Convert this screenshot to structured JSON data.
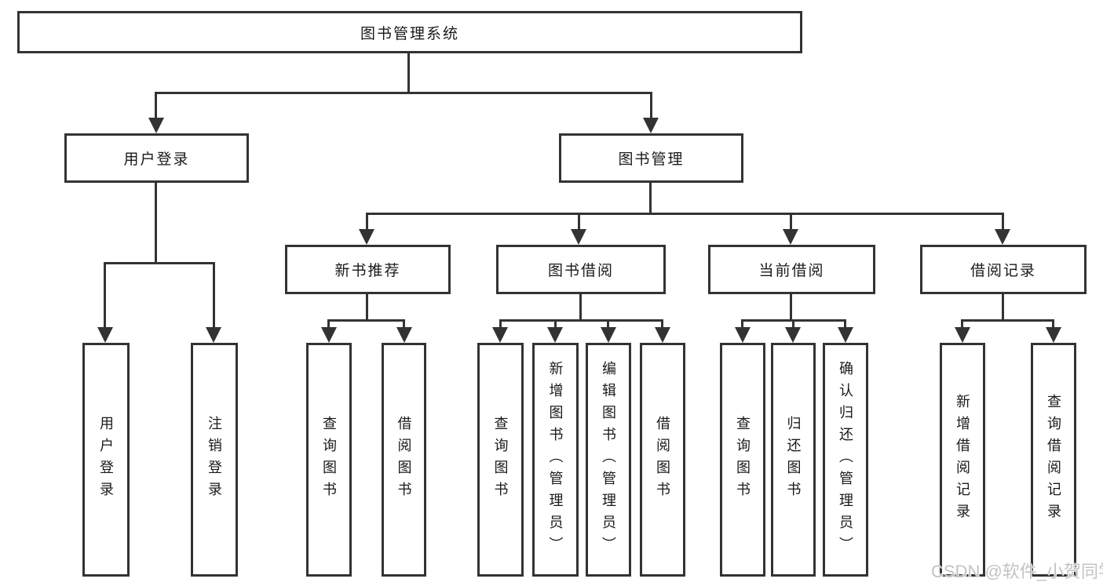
{
  "tree": {
    "root": {
      "label": "图书管理系统"
    },
    "children": [
      {
        "label": "用户登录",
        "children": [
          {
            "label": "用户登录"
          },
          {
            "label": "注销登录"
          }
        ]
      },
      {
        "label": "图书管理",
        "children": [
          {
            "label": "新书推荐",
            "children": [
              {
                "label": "查询图书"
              },
              {
                "label": "借阅图书"
              }
            ]
          },
          {
            "label": "图书借阅",
            "children": [
              {
                "label": "查询图书"
              },
              {
                "label": "新增图书（管理员）"
              },
              {
                "label": "编辑图书（管理员）"
              },
              {
                "label": "借阅图书"
              }
            ]
          },
          {
            "label": "当前借阅",
            "children": [
              {
                "label": "查询图书"
              },
              {
                "label": "归还图书"
              },
              {
                "label": "确认归还（管理员）"
              }
            ]
          },
          {
            "label": "借阅记录",
            "children": [
              {
                "label": "新增借阅记录"
              },
              {
                "label": "查询借阅记录"
              }
            ]
          }
        ]
      }
    ]
  },
  "watermark": {
    "text": "CSDN @软件_小贺同学"
  },
  "colors": {
    "line": "#333333",
    "text": "#1a1a1a",
    "background": "#ffffff",
    "watermark": "#c3c3c3"
  }
}
